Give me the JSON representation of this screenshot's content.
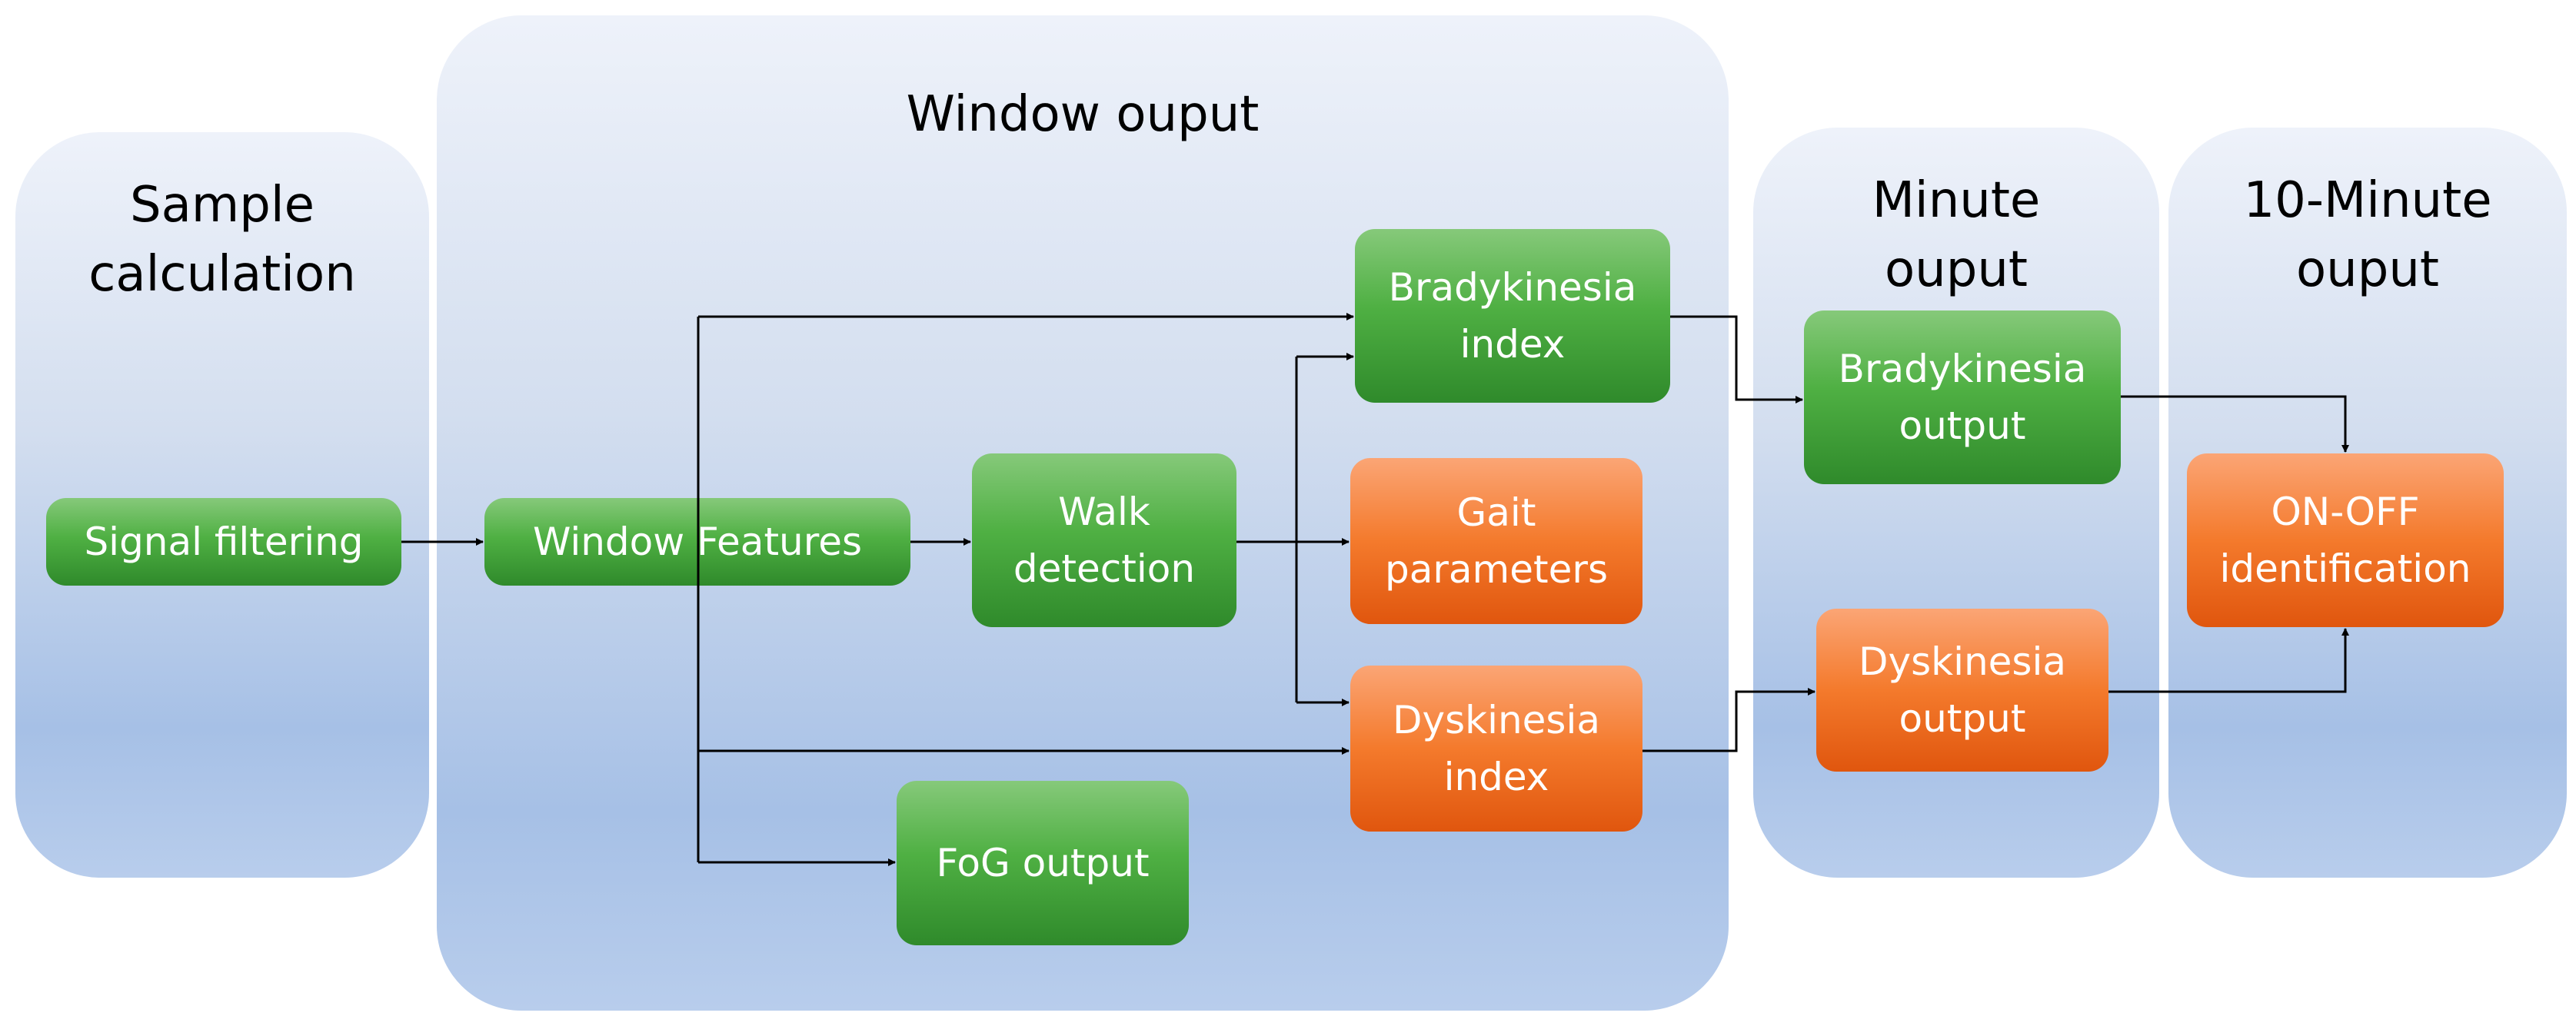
{
  "panels": {
    "sample": {
      "title": "Sample\ncalculation"
    },
    "window": {
      "title": "Window ouput"
    },
    "minute": {
      "title": "Minute\nouput"
    },
    "ten_minute": {
      "title": "10-Minute\nouput"
    }
  },
  "boxes": {
    "signal_filtering": {
      "label": "Signal filtering",
      "color": "green"
    },
    "window_features": {
      "label": "Window Features",
      "color": "green"
    },
    "walk_detection": {
      "label": "Walk\ndetection",
      "color": "green"
    },
    "bradykinesia_index": {
      "label": "Bradykinesia\nindex",
      "color": "green"
    },
    "gait_parameters": {
      "label": "Gait\nparameters",
      "color": "orange"
    },
    "dyskinesia_index": {
      "label": "Dyskinesia\nindex",
      "color": "orange"
    },
    "fog_output": {
      "label": "FoG output",
      "color": "green"
    },
    "bradykinesia_output": {
      "label": "Bradykinesia\noutput",
      "color": "green"
    },
    "dyskinesia_output": {
      "label": "Dyskinesia\noutput",
      "color": "orange"
    },
    "on_off_identification": {
      "label": "ON-OFF\nidentification",
      "color": "orange"
    }
  },
  "colors": {
    "green": "#4fb043",
    "orange": "#f47a2c",
    "panel": "#c9d7ee",
    "arrow": "#000000"
  }
}
